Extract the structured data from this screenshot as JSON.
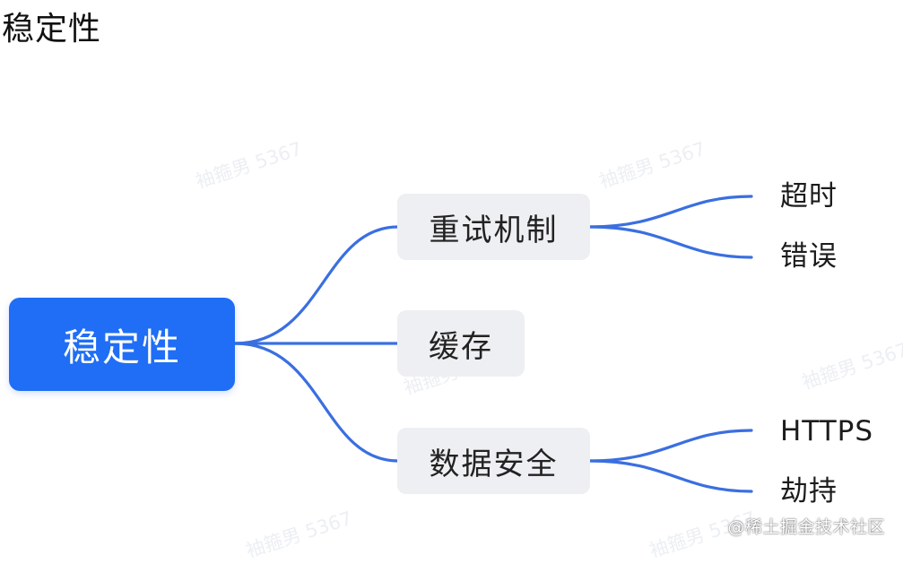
{
  "title": "稳定性",
  "mindmap": {
    "root": "稳定性",
    "branches": [
      {
        "label": "重试机制",
        "leaves": [
          "超时",
          "错误"
        ]
      },
      {
        "label": "缓存",
        "leaves": []
      },
      {
        "label": "数据安全",
        "leaves": [
          "HTTPS",
          "劫持"
        ]
      }
    ]
  },
  "watermark_text": "袖箍男 5367",
  "credit": "@稀土掘金技术社区",
  "colors": {
    "root_fill": "#1f6ef5",
    "connector": "#3a6fe0",
    "branch_fill": "#eeeff2",
    "watermark": "#eceff3"
  }
}
